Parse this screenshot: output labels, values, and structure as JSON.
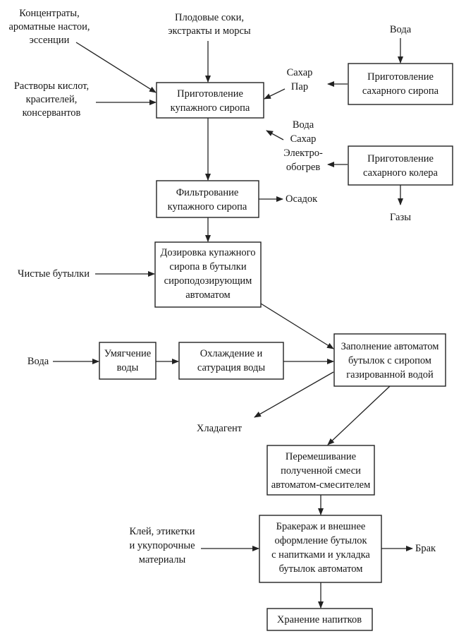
{
  "colors": {
    "ink": "#222222",
    "background": "#ffffff"
  },
  "boxes": {
    "blend_prep": [
      "Приготовление",
      "купажного сиропа"
    ],
    "sugar_syrup_prep": [
      "Приготовление",
      "сахарного сиропа"
    ],
    "sugar_color_prep": [
      "Приготовление",
      "сахарного колера"
    ],
    "filtration": [
      "Фильтрование",
      "купажного сиропа"
    ],
    "dosing": [
      "Дозировка купажного",
      "сиропа в бутылки",
      "сироподозирующим",
      "автоматом"
    ],
    "softening": [
      "Умягчение",
      "воды"
    ],
    "cooling": [
      "Охлаждение и",
      "сатурация воды"
    ],
    "filling": [
      "Заполнение автоматом",
      "бутылок с сиропом",
      "газированной водой"
    ],
    "mixing": [
      "Перемешивание",
      "полученной смеси",
      "автоматом-смесителем"
    ],
    "inspection": [
      "Бракераж и внешнее",
      "оформление бутылок",
      "с напитками и укладка",
      "бутылок автоматом"
    ],
    "storage": [
      "Хранение напитков"
    ]
  },
  "labels": {
    "concentrates": [
      "Концентраты,",
      "ароматные настои,",
      "эссенции"
    ],
    "juices": [
      "Плодовые соки,",
      "экстракты и морсы"
    ],
    "water_top": [
      "Вода"
    ],
    "acids": [
      "Растворы кислот,",
      "красителей,",
      "консервантов"
    ],
    "sugar_steam": [
      "Сахар",
      "Пар"
    ],
    "water_sugar_heat": [
      "Вода",
      "Сахар",
      "Электро-",
      "обогрев"
    ],
    "gases": [
      "Газы"
    ],
    "sediment": [
      "Осадок"
    ],
    "clean_bottles": [
      "Чистые бутылки"
    ],
    "water_left": [
      "Вода"
    ],
    "coolant": [
      "Хладагент"
    ],
    "glue": [
      "Клей, этикетки",
      "и укупорочные",
      "материалы"
    ],
    "reject": [
      "Брак"
    ]
  }
}
